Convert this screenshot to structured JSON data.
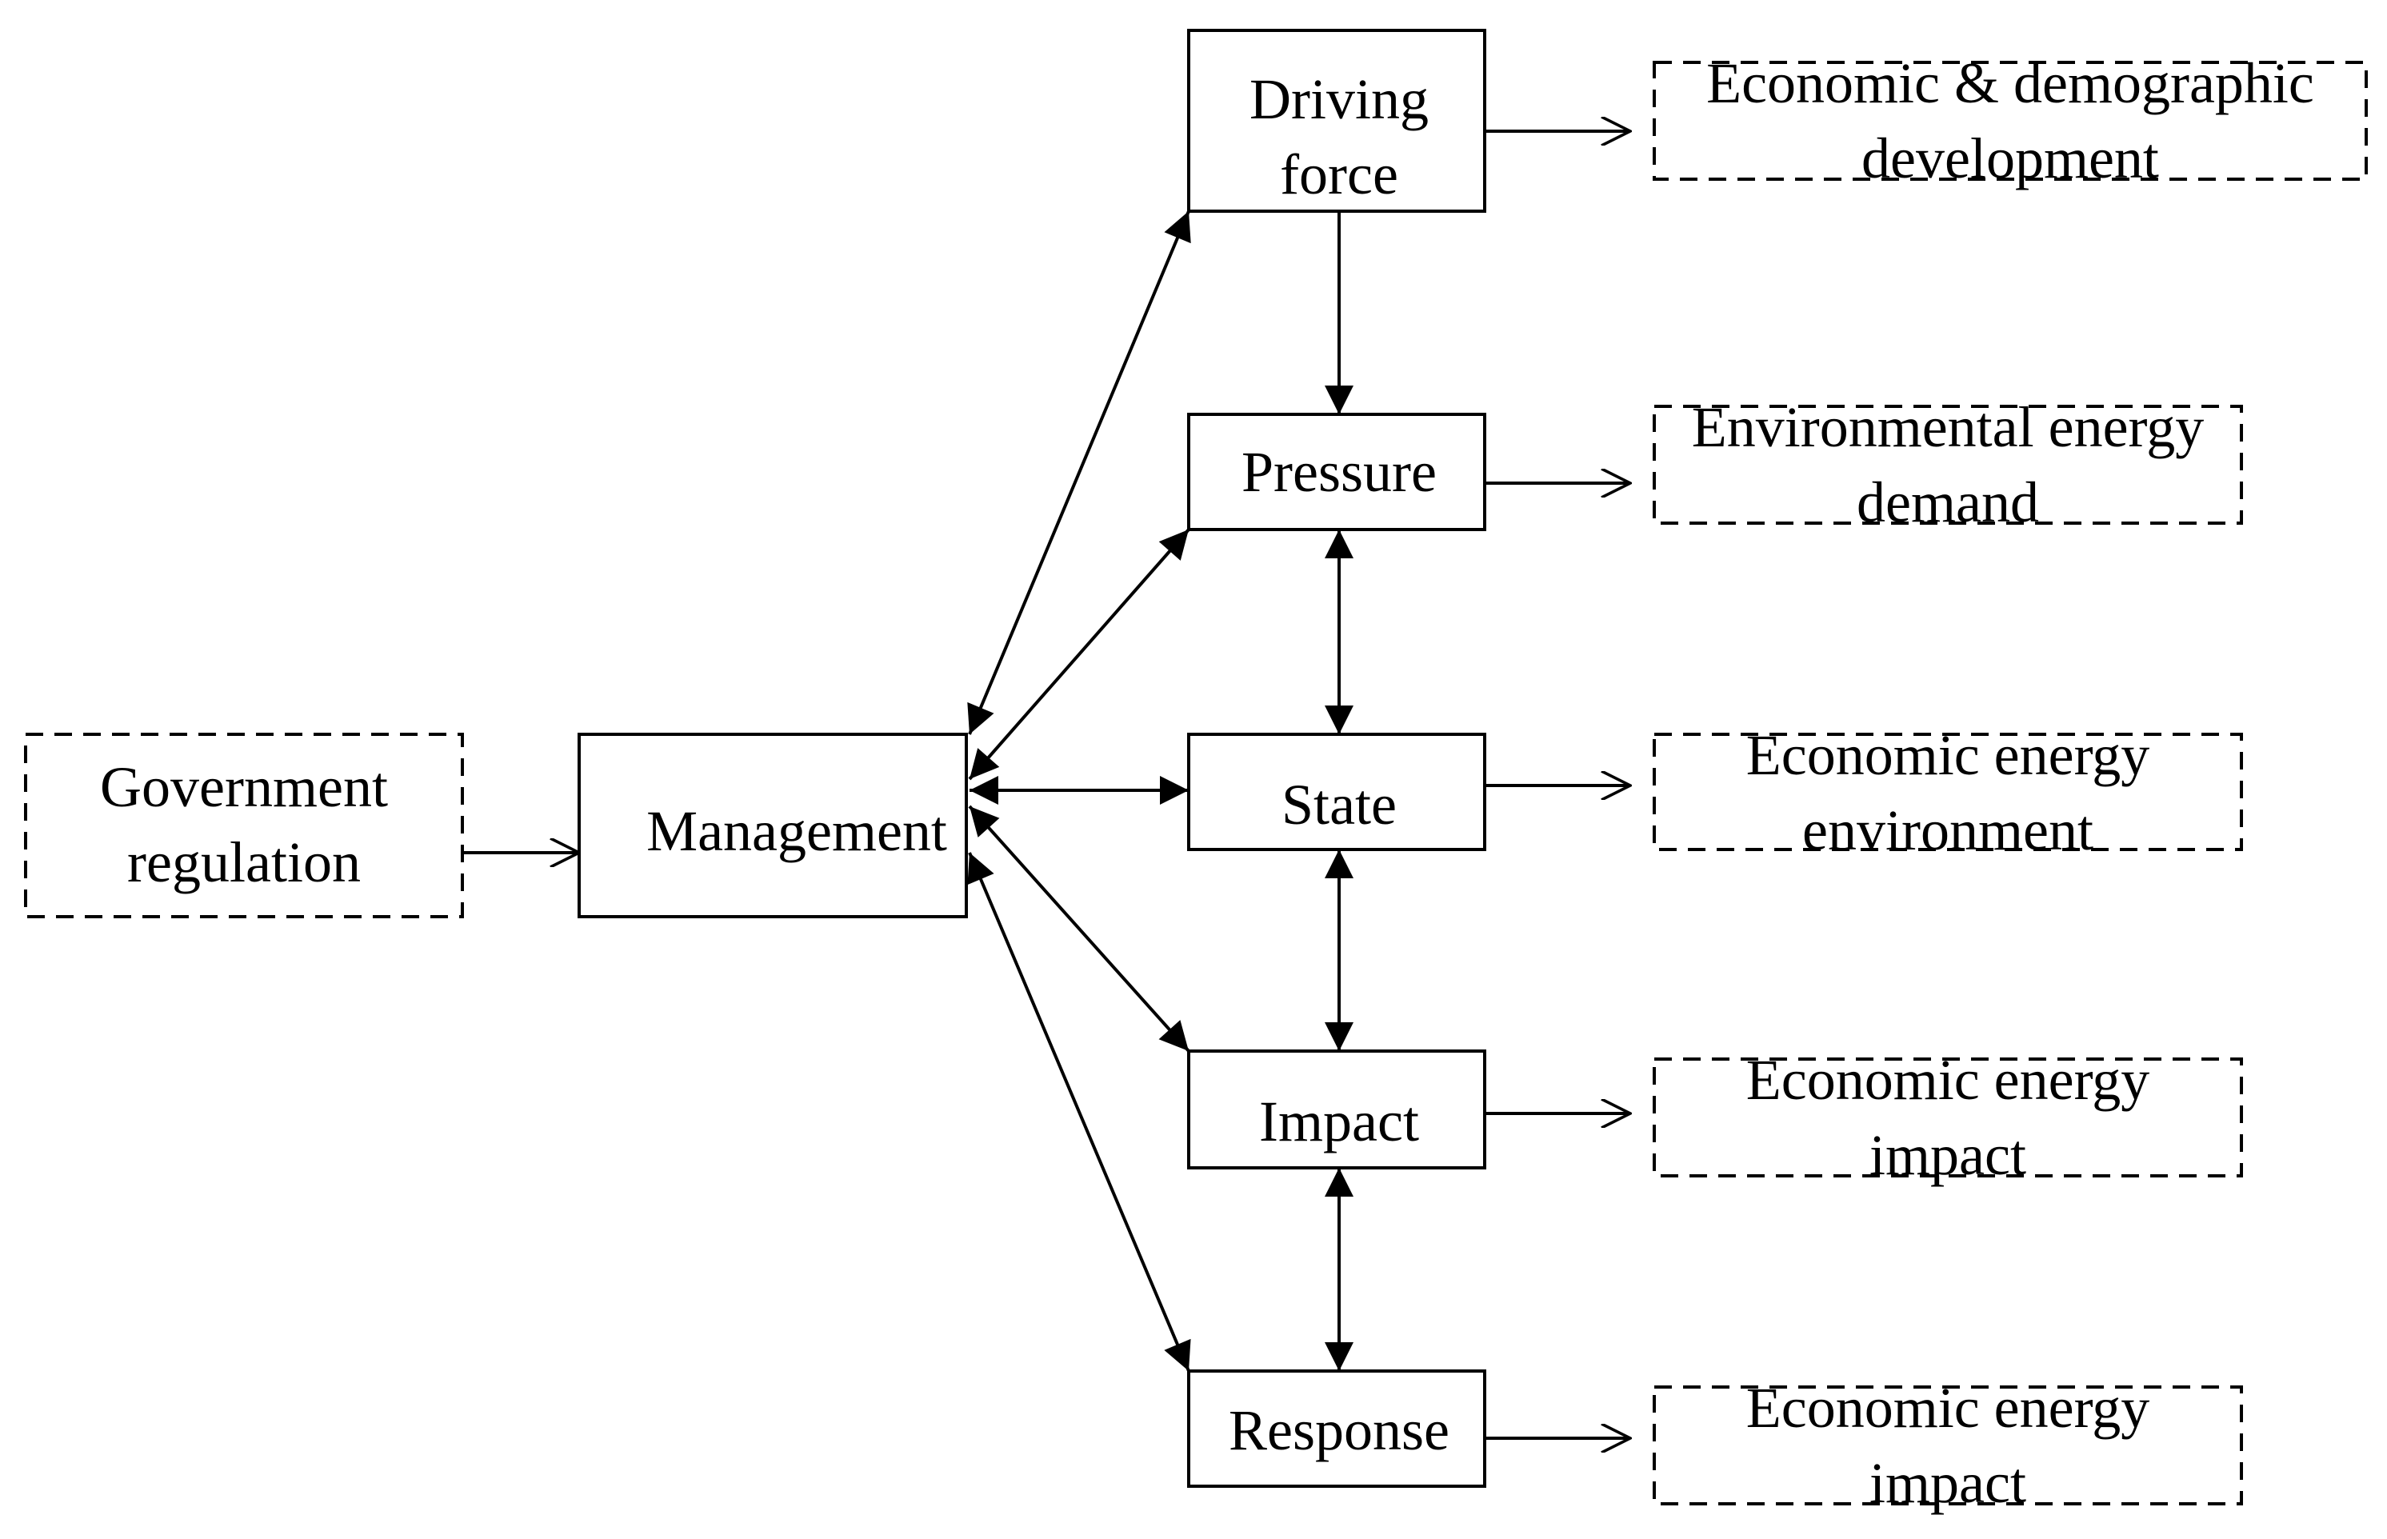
{
  "regulation": {
    "line1": "Government",
    "line2": "regulation"
  },
  "management": "Management",
  "dpsir": {
    "driving_line1": "Driving",
    "driving_line2": "force",
    "pressure": "Pressure",
    "state": "State",
    "impact": "Impact",
    "response": "Response"
  },
  "outcomes": [
    {
      "line1": "Economic & demographic",
      "line2": "development"
    },
    {
      "line1": "Environmental energy",
      "line2": "demand"
    },
    {
      "line1": "Economic energy",
      "line2": "environment"
    },
    {
      "line1": "Economic energy",
      "line2": "impact"
    },
    {
      "line1": "Economic energy",
      "line2": "impact"
    }
  ]
}
